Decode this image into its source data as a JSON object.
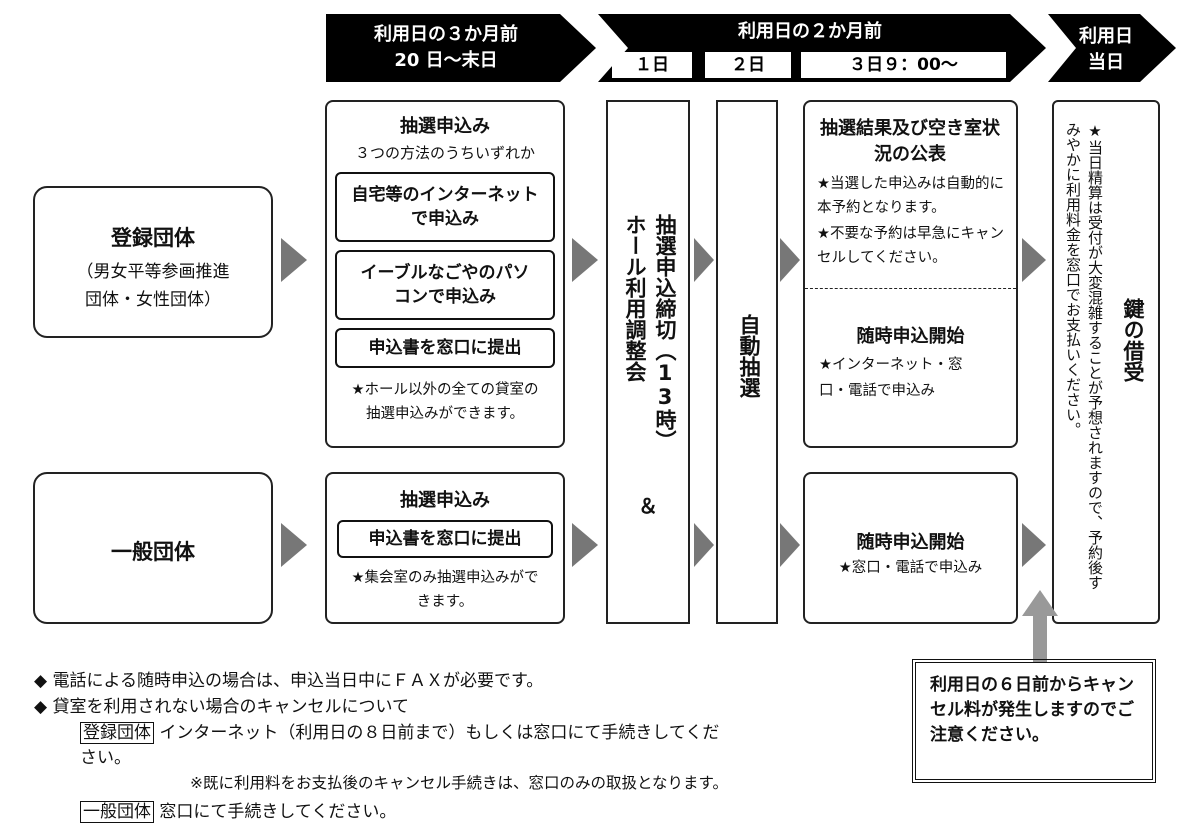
{
  "header": {
    "col1": {
      "line1": "利用日の３か月前",
      "line2": "20 日～末日"
    },
    "col2": {
      "title": "利用日の２か月前",
      "day1": "１日",
      "day2": "２日",
      "day3": "３日９：00～"
    },
    "col3": {
      "line1": "利用日",
      "line2": "当日"
    }
  },
  "groups": {
    "registered": {
      "title": "登録団体",
      "sub1": "（男女平等参画推進",
      "sub2": "団体・女性団体）"
    },
    "general": {
      "title": "一般団体"
    }
  },
  "lottery_registered": {
    "title": "抽選申込み",
    "subtitle": "３つの方法のうちいずれか",
    "method1": "自宅等のインターネットで申込み",
    "method2": "イーブルなごやのパソコンで申込み",
    "method3": "申込書を窓口に提出",
    "note": "★ホール以外の全ての貸室の抽選申込みができます。"
  },
  "lottery_general": {
    "title": "抽選申込み",
    "method": "申込書を窓口に提出",
    "note": "★集会室のみ抽選申込みができます。"
  },
  "deadline": {
    "text": "抽選申込締切（13時）",
    "text2": "ホール利用調整会",
    "amp": "＆"
  },
  "auto_lottery": {
    "text": "自動抽選"
  },
  "results": {
    "title": "抽選結果及び空き室状況の公表",
    "note1": "★当選した申込みは自動的に本予約となります。",
    "note2": "★不要な予約は早急にキャンセルしてください。",
    "open_title": "随時申込開始",
    "open_note": "★インターネット・窓口・電話で申込み"
  },
  "results_general": {
    "open_title": "随時申込開始",
    "open_note": "★窓口・電話で申込み"
  },
  "day_of": {
    "title": "鍵の借受",
    "note": "★当日精算は受付が大変混雑することが予想されますので、予約後すみやかに利用料金を窓口でお支払いください。"
  },
  "cancel_warning": "利用日の６日前からキャンセル料が発生しますのでご注意ください。",
  "footer": {
    "bullet1": "◆ 電話による随時申込の場合は、申込当日中にＦＡＸが必要です。",
    "bullet2": "◆ 貸室を利用されない場合のキャンセルについて",
    "reg_tag": "登録団体",
    "reg_text1": " インターネット（利用日の８日前まで）もしくは窓口にて手続きしてくだ",
    "reg_text2": "さい。",
    "reg_note": "※既に利用料をお支払後のキャンセル手続きは、窓口のみの取扱となります。",
    "gen_tag": "一般団体",
    "gen_text": " 窓口にて手続きしてください。"
  }
}
